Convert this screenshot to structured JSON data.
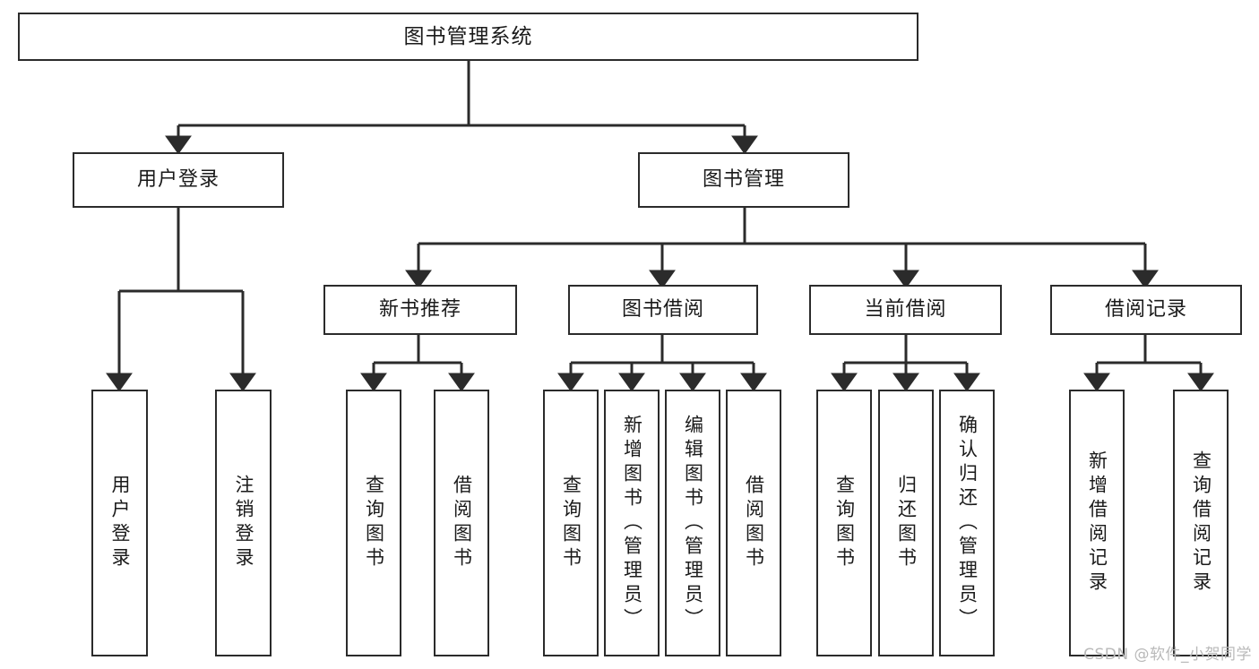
{
  "diagram": {
    "title": "图书管理系统",
    "type": "tree",
    "root": {
      "label": "图书管理系统"
    },
    "level2": [
      {
        "label": "用户登录"
      },
      {
        "label": "图书管理"
      }
    ],
    "level3": [
      {
        "label": "新书推荐"
      },
      {
        "label": "图书借阅"
      },
      {
        "label": "当前借阅"
      },
      {
        "label": "借阅记录"
      }
    ],
    "leaves": {
      "user_login": [
        {
          "label": "用户登录"
        },
        {
          "label": "注销登录"
        }
      ],
      "new_book_recommend": [
        {
          "label": "查询图书"
        },
        {
          "label": "借阅图书"
        }
      ],
      "book_borrow": [
        {
          "label": "查询图书"
        },
        {
          "label": "新增图书（管理员）"
        },
        {
          "label": "编辑图书（管理员）"
        },
        {
          "label": "借阅图书"
        }
      ],
      "current_borrow": [
        {
          "label": "查询图书"
        },
        {
          "label": "归还图书"
        },
        {
          "label": "确认归还（管理员）"
        }
      ],
      "borrow_record": [
        {
          "label": "新增借阅记录"
        },
        {
          "label": "查询借阅记录"
        }
      ]
    }
  },
  "watermark": {
    "text": "CSDN @软件_小贺同学"
  },
  "colors": {
    "stroke": "#2b2b2b",
    "fill": "#ffffff",
    "text": "#1a1a1a",
    "watermark": "#b9b9b9"
  }
}
